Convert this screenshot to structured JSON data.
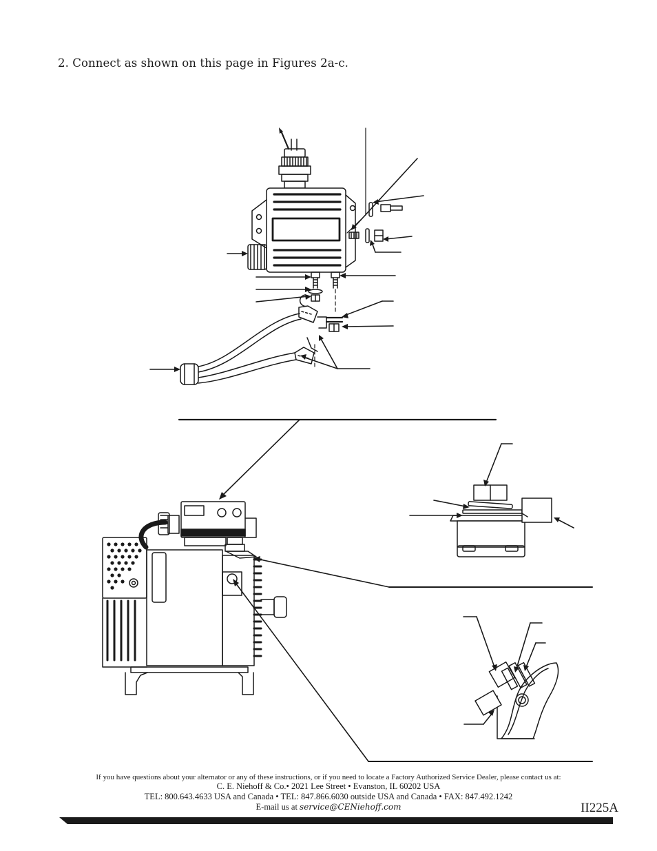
{
  "instruction": "2.  Connect as shown on this page in Figures 2a-c.",
  "footer": {
    "question": "If you have questions about your alternator or any of these instructions, or if you need to locate a Factory Authorized Service Dealer, please contact us at:",
    "address": "C. E. Niehoff & Co.• 2021 Lee Street • Evanston, IL 60202 USA",
    "phone": "TEL: 800.643.4633 USA and Canada • TEL: 847.866.6030 outside USA and Canada • FAX: 847.492.1242",
    "email_prefix": "E-mail us at ",
    "email": "service@CENiehoff.com",
    "doc_number": "II225A"
  },
  "colors": {
    "ink": "#1a1a1a",
    "background": "#ffffff"
  },
  "icons": [
    "regulator-exploded-diagram",
    "alternator-assembly-diagram",
    "terminal-stack-detail",
    "terminal-angled-detail"
  ]
}
